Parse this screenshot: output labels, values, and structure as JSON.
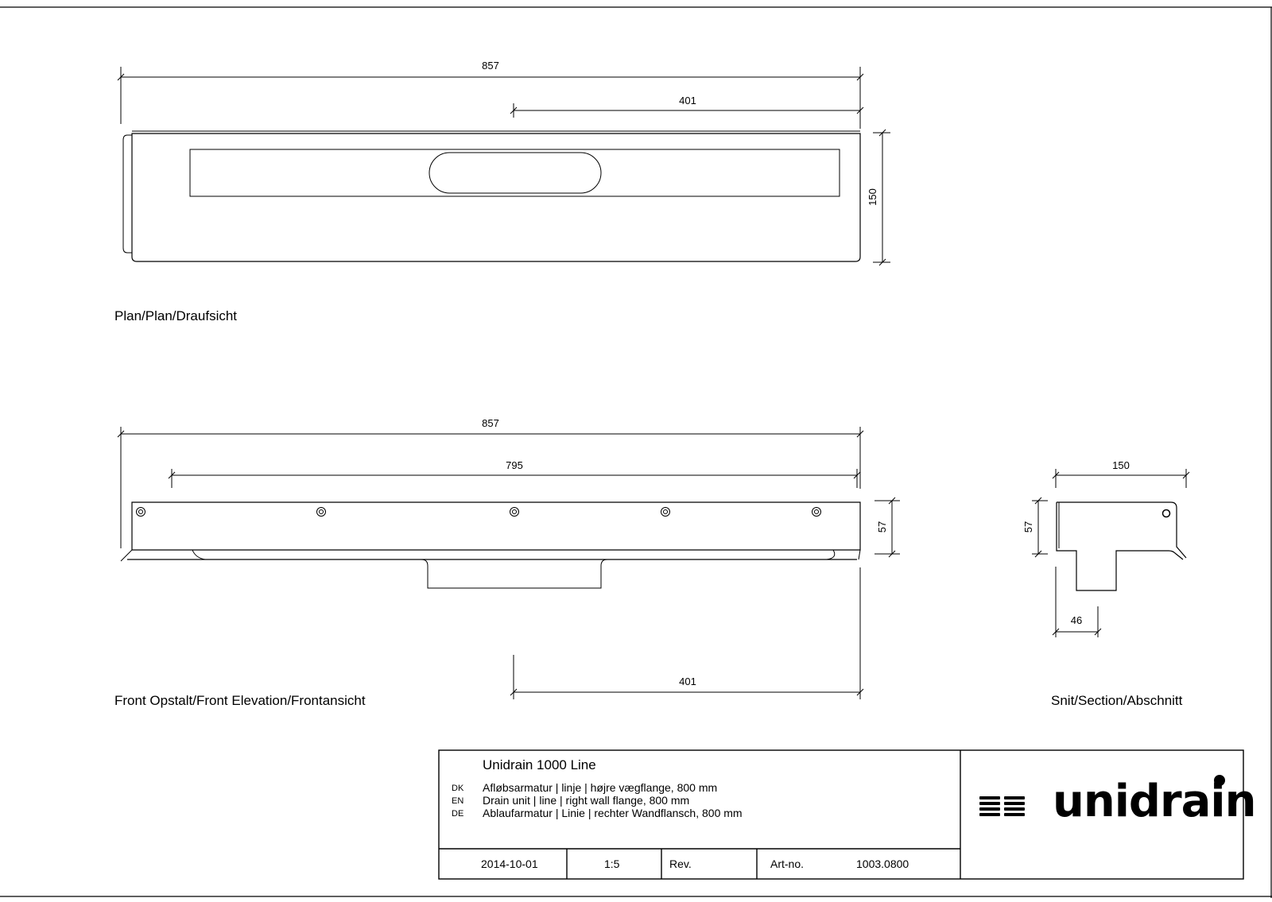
{
  "views": {
    "plan": {
      "label": "Plan/Plan/Draufsicht",
      "dimensions": {
        "overall_length": "857",
        "outlet_offset": "401",
        "width": "150"
      }
    },
    "front": {
      "label": "Front Opstalt/Front Elevation/Frontansicht",
      "dimensions": {
        "overall_length": "857",
        "flange_length": "795",
        "height": "57",
        "outlet_offset": "401"
      }
    },
    "section": {
      "label": "Snit/Section/Abschnitt",
      "dimensions": {
        "width": "150",
        "height": "57",
        "outlet_width": "46"
      }
    }
  },
  "title_block": {
    "product": "Unidrain 1000 Line",
    "descriptions": [
      {
        "lang": "DK",
        "text": "Afløbsarmatur | linje | højre vægflange, 800 mm"
      },
      {
        "lang": "EN",
        "text": "Drain unit | line | right wall flange, 800 mm"
      },
      {
        "lang": "DE",
        "text": "Ablaufarmatur | Linie | rechter Wandflansch, 800 mm"
      }
    ],
    "date": "2014-10-01",
    "scale": "1:5",
    "rev_label": "Rev.",
    "art_label": "Art-no.",
    "art_no": "1003.0800",
    "logo_text": "unidrain",
    "logo_mark": "registered-mark"
  },
  "colors": {
    "line": "#000000",
    "background": "#ffffff"
  }
}
